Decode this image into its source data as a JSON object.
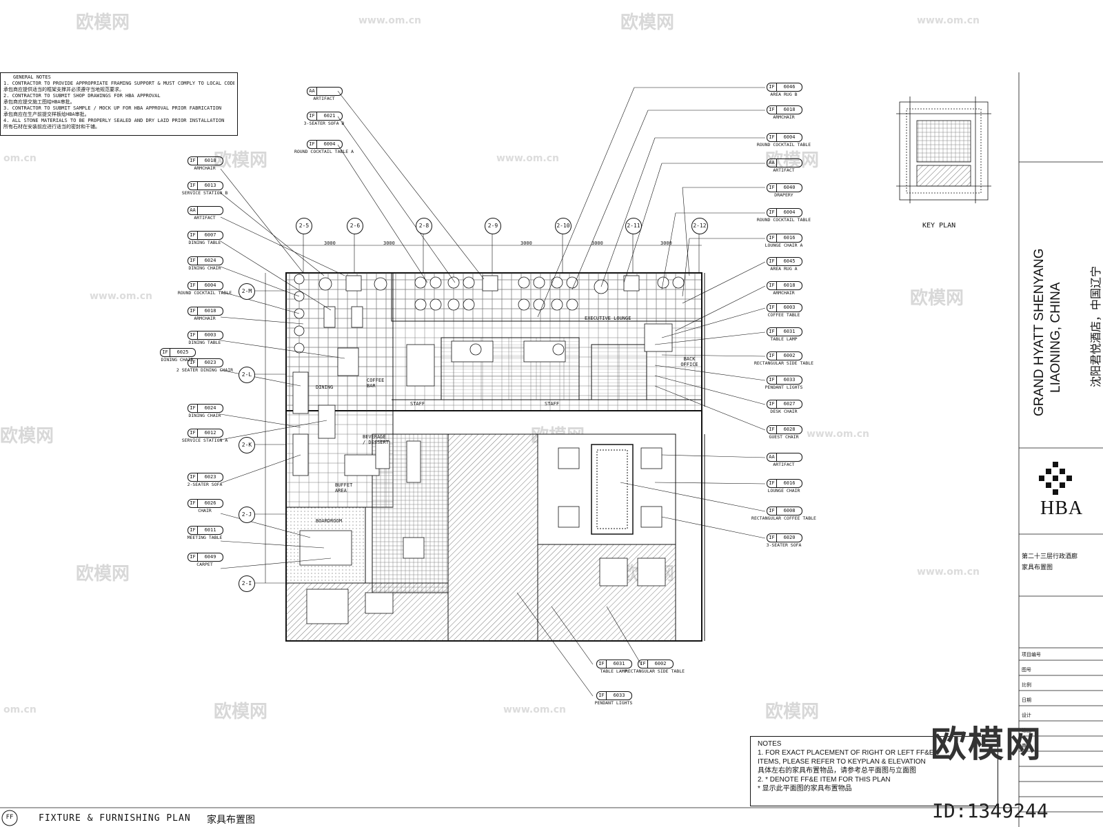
{
  "watermarks": {
    "brand": "欧模网",
    "url": "www.om.cn",
    "url_short": "om.cn",
    "big_brand": "欧模网",
    "id": "ID:1349244"
  },
  "general_notes": {
    "title": "GENERAL NOTES",
    "lines": [
      "1.  CONTRACTOR TO PROVIDE APPROPRIATE FRAMING SUPPORT & MUST COMPLY TO LOCAL CODE",
      "     承包商应提供适当的框架支撑并必须遵守当地规范要求。",
      "2.  CONTRACTOR TO SUBMIT SHOP DRAWINGS FOR HBA APPROVAL",
      "     承包商应提交施工图给HBA审批。",
      "3.  CONTRACTOR TO SUBMIT SAMPLE / MOCK UP FOR HBA APPROVAL PRIOR FABRICATION",
      "     承包商应在生产前提交样板给HBA审批。",
      "4.  ALL STONE MATERIALS TO BE PROPERLY SEALED AND DRY  LAID PRIOR INSTALLATION",
      "     所有石材在安装前应进行适当的密封和干铺。"
    ]
  },
  "left_tags": [
    {
      "pre": "IF",
      "code": "6018",
      "label": "ARMCHAIR"
    },
    {
      "pre": "IF",
      "code": "6013",
      "label": "SERVICE STATION B"
    },
    {
      "pre": "AA",
      "code": "",
      "label": "ARTIFACT"
    },
    {
      "pre": "IF",
      "code": "6007",
      "label": "DINING TABLE"
    },
    {
      "pre": "IF",
      "code": "6024",
      "label": "DINING CHAIR"
    },
    {
      "pre": "IF",
      "code": "6004",
      "label": "ROUND COCKTAIL TABLE"
    },
    {
      "pre": "IF",
      "code": "6018",
      "label": "ARMCHAIR"
    },
    {
      "pre": "IF",
      "code": "6003",
      "label": "DINING TABLE"
    },
    {
      "pre": "IF",
      "code": "6023",
      "label": "2 SEATER DINING CHAIR"
    },
    {
      "pre": "IF",
      "code": "6024",
      "label": "DINING CHAIR"
    },
    {
      "pre": "IF",
      "code": "6012",
      "label": "SERVICE STATION A"
    },
    {
      "pre": "IF",
      "code": "6023",
      "label": "2-SEATER SOFA"
    },
    {
      "pre": "IF",
      "code": "6026",
      "label": "CHAIR"
    },
    {
      "pre": "IF",
      "code": "6011",
      "label": "MEETING TABLE"
    },
    {
      "pre": "IF",
      "code": "6049",
      "label": "CARPET"
    }
  ],
  "extra_left_tag": {
    "pre": "IF",
    "code": "6025",
    "label": "DINING CHAIR"
  },
  "top_tags": [
    {
      "pre": "AA",
      "code": "",
      "label": "ARTIFACT"
    },
    {
      "pre": "IF",
      "code": "6021",
      "label": "3-SEATER SOFA B"
    },
    {
      "pre": "IF",
      "code": "6004",
      "label": "ROUND COCKTAIL TABLE A"
    }
  ],
  "right_tags": [
    {
      "pre": "IF",
      "code": "6046",
      "label": "AREA RUG B"
    },
    {
      "pre": "IF",
      "code": "6018",
      "label": "ARMCHAIR"
    },
    {
      "pre": "IF",
      "code": "6004",
      "label": "ROUND COCKTAIL TABLE"
    },
    {
      "pre": "AA",
      "code": "",
      "label": "ARTIFACT"
    },
    {
      "pre": "IF",
      "code": "6040",
      "label": "DRAPERY"
    },
    {
      "pre": "IF",
      "code": "6004",
      "label": "ROUND COCKTAIL TABLE"
    },
    {
      "pre": "IF",
      "code": "6016",
      "label": "LOUNGE CHAIR A"
    },
    {
      "pre": "IF",
      "code": "6045",
      "label": "AREA RUG A"
    },
    {
      "pre": "IF",
      "code": "6018",
      "label": "ARMCHAIR"
    },
    {
      "pre": "IF",
      "code": "6003",
      "label": "COFFEE TABLE"
    },
    {
      "pre": "IF",
      "code": "6031",
      "label": "TABLE LAMP"
    },
    {
      "pre": "IF",
      "code": "6002",
      "label": "RECTANGULAR SIDE TABLE"
    },
    {
      "pre": "IF",
      "code": "6033",
      "label": "PENDANT LIGHTS"
    },
    {
      "pre": "IF",
      "code": "6027",
      "label": "DESK CHAIR"
    },
    {
      "pre": "IF",
      "code": "6028",
      "label": "GUEST CHAIR"
    },
    {
      "pre": "AA",
      "code": "",
      "label": "ARTIFACT"
    },
    {
      "pre": "IF",
      "code": "6016",
      "label": "LOUNGE CHAIR"
    },
    {
      "pre": "IF",
      "code": "6008",
      "label": "RECTANGULAR COFFEE TABLE"
    },
    {
      "pre": "IF",
      "code": "6020",
      "label": "3-SEATER SOFA"
    }
  ],
  "bottom_tags": [
    {
      "pre": "IF",
      "code": "6031",
      "label": "TABLE LAMP"
    },
    {
      "pre": "IF",
      "code": "6002",
      "label": "RECTANGULAR SIDE TABLE"
    },
    {
      "pre": "IF",
      "code": "6033",
      "label": "PENDANT LIGHTS"
    }
  ],
  "grid_top": [
    "2-5",
    "2-6",
    "2-8",
    "2-9",
    "2-10",
    "2-11",
    "2-12"
  ],
  "grid_left": [
    "2-M",
    "2-L",
    "2-K",
    "2-J",
    "2-I"
  ],
  "dims_top": [
    "3000",
    "3000",
    "3000",
    "3000",
    "3000"
  ],
  "rooms": {
    "executive_lounge": "EXECUTIVE LOUNGE",
    "back_office": "BACK OFFICE",
    "dining": "DINING",
    "coffee_bar": "COFFEE BAR",
    "beverage": "BEVERAGE / DESSERT",
    "buffet": "BUFFET AREA",
    "boardroom": "BOARDROOM",
    "staff": "STAFF"
  },
  "key_plan_label": "KEY PLAN",
  "project": {
    "name": "GRAND HYATT SHENYANG",
    "location": "LIAONING, CHINA",
    "cn": "沈阳君悦酒店，中国辽宁"
  },
  "logo_text": "HBA",
  "drawing_title_cn": [
    "第二十三层行政酒廊",
    "家具布置图"
  ],
  "title_block_cells": [
    "项目编号",
    "图号",
    "比例",
    "日期",
    "设计",
    "绘图",
    "审核"
  ],
  "plan_label": {
    "symbol": "FF",
    "title": "FIXTURE & FURNISHING  PLAN",
    "title_cn": "家具布置图"
  },
  "notes": {
    "title": "NOTES",
    "lines": [
      "1.  FOR EXACT PLACEMENT OF RIGHT OR LEFT FF&E",
      "     ITEMS, PLEASE REFER TO KEYPLAN & ELEVATION",
      "     具体左右的家具布置物品，请参考总平面图与立面图",
      "2.  * DENOTE FF&E ITEM FOR THIS PLAN",
      "     * 显示此平面图的家具布置物品"
    ]
  },
  "colors": {
    "ink": "#111111",
    "watermark": "#d8d8d8",
    "hatch": "#555555"
  }
}
